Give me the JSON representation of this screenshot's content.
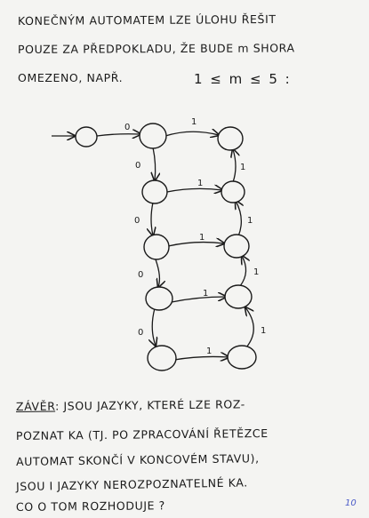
{
  "heading": {
    "line1": "KONEČNÝM AUTOMATEM LZE ÚLOHU ŘEŠIT",
    "line2": "POUZE ZA PŘEDPOKLADU, ŽE BUDE m SHORA",
    "line3": "OMEZENO, NAPŘ.",
    "inequality": "1 ≤ m ≤ 5 :"
  },
  "diagram": {
    "labels": {
      "start_label": "0",
      "down_label": "0",
      "up_label": "1",
      "right_label": "1"
    }
  },
  "conclusion": {
    "label": "ZÁVĚR",
    "line1": ": JSOU JAZYKY, KTERÉ LZE ROZ-",
    "line2": "POZNAT KA (TJ. PO ZPRACOVÁNÍ ŘETĚZCE",
    "line3": "AUTOMAT SKONČÍ V KONCOVÉM STAVU),",
    "line4": "JSOU I JAZYKY NEROZPOZNATELNÉ KA.",
    "line5": "CO O TOM ROZHODUJE ?"
  },
  "page_number": "10",
  "colors": {
    "ink": "#1a1a1a",
    "page_number": "#4a5ac8"
  }
}
